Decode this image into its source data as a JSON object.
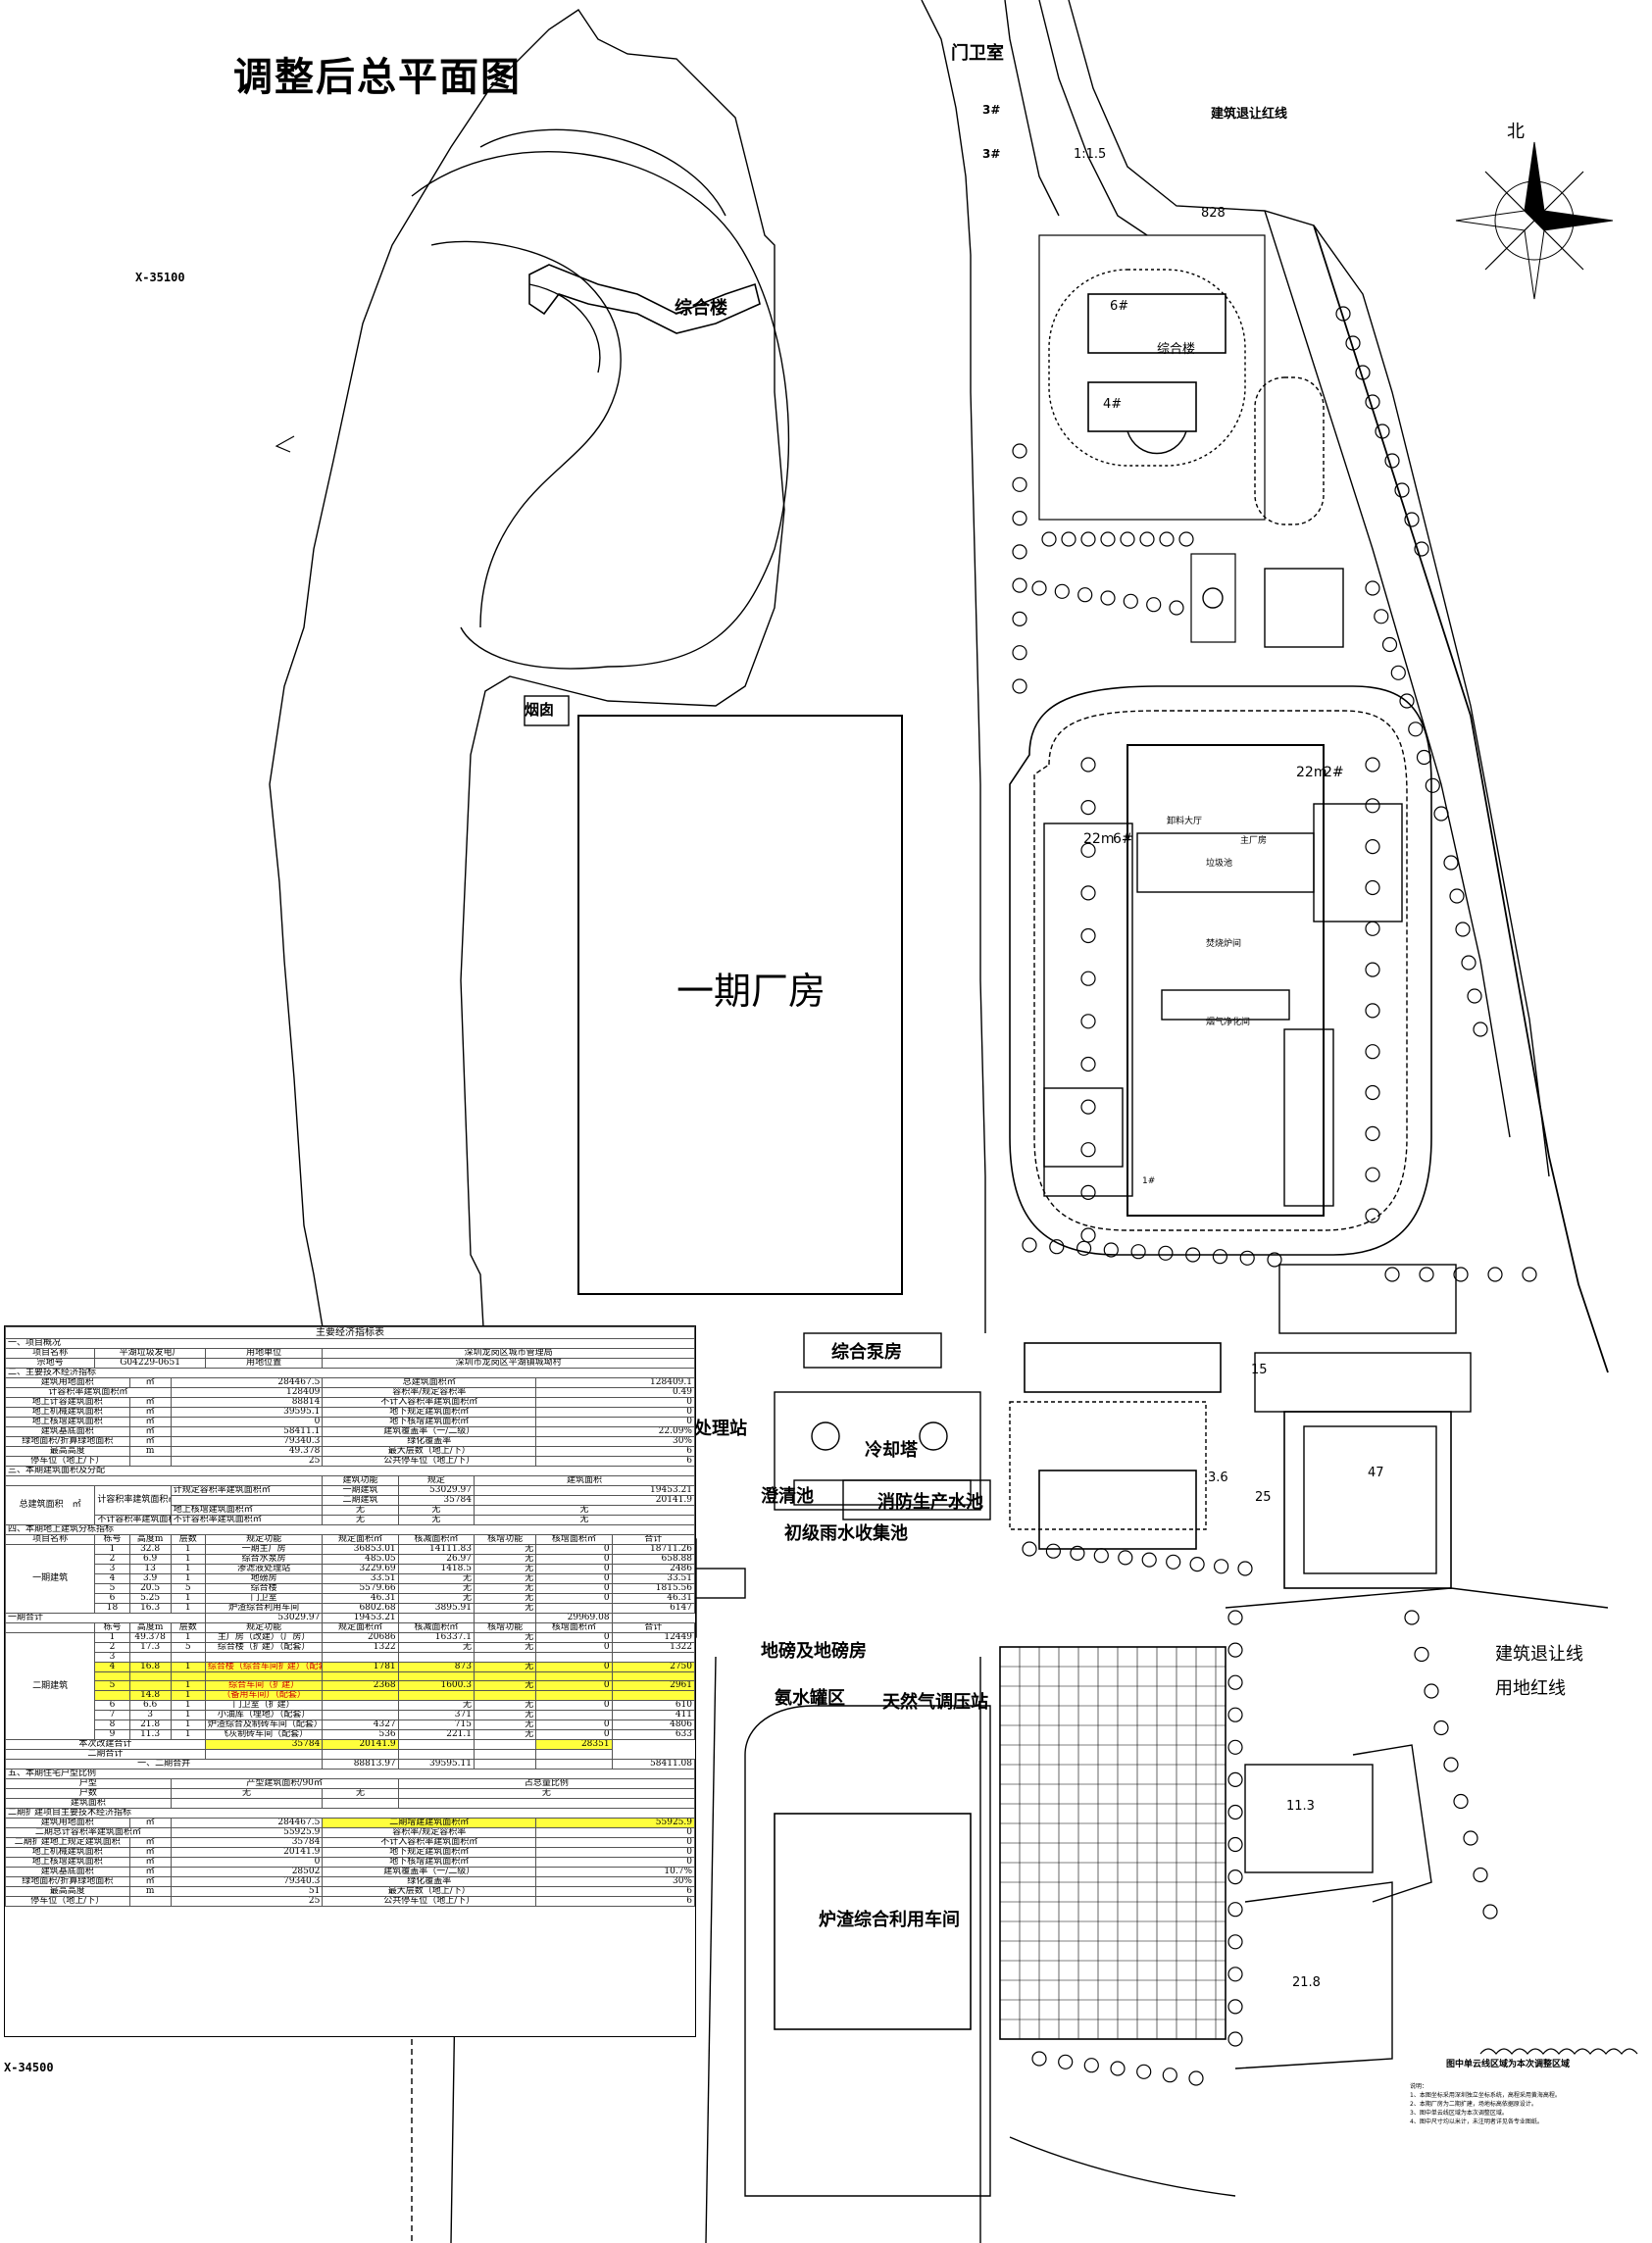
{
  "title": "调整后总平面图",
  "coords": {
    "x1": "X-35100",
    "x2": "X-34500"
  },
  "labels": {
    "gate": "门卫室",
    "zonghelou": "综合楼",
    "yanci": "烟囱",
    "yiqi": "一期厂房",
    "pump": "综合泵房",
    "cooling": "冷却塔",
    "clear": "澄清池",
    "firewater": "消防生产水池",
    "rain": "初级雨水收集池",
    "weigh": "地磅及地磅房",
    "ammonia": "氨水罐区",
    "gas": "天然气调压站",
    "slag": "炉渣综合利用车间",
    "treat": "处理站",
    "redline": "用地红线",
    "setback": "建筑退让线",
    "setback_top": "建筑退让红线",
    "north": "北",
    "adjust": "图中单云线区域为本次调整区域"
  },
  "site_labels": {
    "main": "主厂房",
    "hall": "卸料大厅",
    "pit": "垃圾池",
    "boiler": "焚烧炉间",
    "flue": "烟气净化间",
    "m22a": "22m",
    "m2a": "2#",
    "m22b": "22m",
    "m6b": "6#",
    "f1": "1#",
    "f47": "47",
    "f25": "25",
    "f36": "3.6",
    "f15": "15",
    "f113": "11.3",
    "f218": "21.8",
    "f1_5": "1:1.5",
    "d828": "828",
    "gate1": "3#",
    "gate2": "3#",
    "ramp": "1:1.5",
    "jh": "综合楼",
    "s4": "4#",
    "s6": "6#"
  },
  "notes": [
    "说明：",
    "1、本图坐标采用深圳独立坐标系统，高程采用黄海高程。",
    "2、本期厂房为二期扩建，场地标高依据原设计。",
    "3、图中单云线区域为本次调整区域。",
    "4、图中尺寸均以米计，未注明者详见各专业图纸。"
  ],
  "table": {
    "caption": "主要经济指标表",
    "s1": "一、项目概况",
    "proj_name_k": "项目名称",
    "proj_name_v": "平湖垃圾发电厂",
    "owner_k": "用地单位",
    "owner_v": "深圳龙岗区城市管理局",
    "lot_k": "宗地号",
    "lot_v": "G04229-0651",
    "loc_k": "用地位置",
    "loc_v": "深圳市龙岗区平湖镇城坳村",
    "s2": "二、主要技术经济指标",
    "r_area": [
      "建筑用地面积",
      "㎡",
      "284467.5",
      "总建筑面积㎡",
      "128409.1"
    ],
    "r_far": [
      "计容积率建筑面积㎡",
      "128409",
      "容积率/规定容积率",
      "0.49"
    ],
    "r_ag": [
      "地上计容建筑面积",
      "㎡",
      "88814",
      "不计入容积率建筑面积㎡",
      "0"
    ],
    "r_ag2": [
      "地上机械建筑面积",
      "㎡",
      "39595.1",
      "地下规定建筑面积㎡",
      "0"
    ],
    "r_ag3": [
      "地上核增建筑面积",
      "㎡",
      "0",
      "地下核增建筑面积㎡",
      "0"
    ],
    "r_base": [
      "建筑基底面积",
      "㎡",
      "58411.1",
      "建筑覆盖率（一/二级）",
      "22.09%"
    ],
    "r_green": [
      "绿地面积/折算绿地面积",
      "㎡",
      "79340.3",
      "绿化覆盖率",
      "30%"
    ],
    "r_height": [
      "最高高度",
      "m",
      "49.378",
      "最大层数（地上/下）",
      "6"
    ],
    "r_park": [
      "停车位（地上/下）",
      "",
      "25",
      "公共停车位（地上/下）",
      "6"
    ],
    "s3": "三、本期建筑面积及分配",
    "s3h": [
      "",
      "",
      "建筑功能",
      "规定",
      "建筑面积"
    ],
    "s3a": "计容积率建筑面积㎡",
    "s3r1": [
      "计规定容积率建筑面积㎡",
      "一期建筑",
      "53029.97",
      "19453.21"
    ],
    "s3r2": [
      "",
      "二期建筑",
      "35784",
      "20141.9"
    ],
    "s3r3": [
      "地上核增建筑面积㎡",
      "无",
      "无",
      "无"
    ],
    "s3b": "总建筑面积　㎡",
    "s3c": "不计容积率建筑面积㎡",
    "s3r4": [
      "不计容积率建筑面积㎡",
      "无",
      "无",
      "无"
    ],
    "s4": "四、本期地上建筑分栋指标",
    "s4h": [
      "项目名称",
      "栋号",
      "高度m",
      "层数",
      "规定功能",
      "规定面积㎡",
      "核减面积㎡",
      "核增功能",
      "核增面积㎡",
      "合计"
    ],
    "p1": "一期建筑",
    "p1rows": [
      [
        "1",
        "32.8",
        "1",
        "一期主厂房",
        "36853.01",
        "14111.83",
        "无",
        "0",
        "18711.26"
      ],
      [
        "2",
        "6.9",
        "1",
        "综合水泵房",
        "485.05",
        "26.97",
        "无",
        "0",
        "658.88"
      ],
      [
        "3",
        "13",
        "1",
        "渗滤液处理站",
        "3229.69",
        "1418.5",
        "无",
        "0",
        "2486"
      ],
      [
        "4",
        "3.9",
        "1",
        "地磅房",
        "33.51",
        "无",
        "无",
        "0",
        "33.51"
      ],
      [
        "5",
        "20.5",
        "5",
        "综合楼",
        "5579.66",
        "无",
        "无",
        "0",
        "1815.56"
      ],
      [
        "6",
        "5.25",
        "1",
        "门卫室",
        "46.31",
        "无",
        "无",
        "0",
        "46.31"
      ],
      [
        "18",
        "16.3",
        "1",
        "炉渣综合利用车间",
        "6802.68",
        "3895.91",
        "无",
        "",
        "6147"
      ]
    ],
    "p1sum": [
      "一期合计",
      "53029.97",
      "19453.21",
      "",
      "",
      "29969.08"
    ],
    "p2h": [
      "栋号",
      "高度m",
      "层数",
      "规定功能",
      "规定面积㎡",
      "核减面积㎡",
      "核增功能",
      "核增面积㎡",
      "合计"
    ],
    "p2": "二期建筑",
    "p2rows": [
      [
        "1",
        "49.378",
        "1",
        "主厂房（改建）（厂房）",
        "20686",
        "16337.1",
        "无",
        "0",
        "12449"
      ],
      [
        "2",
        "17.3",
        "5",
        "综合楼（扩建）（配套）",
        "1322",
        "无",
        "无",
        "0",
        "1322"
      ],
      [
        "3",
        "",
        "",
        "",
        "",
        "",
        "",
        "",
        ""
      ],
      [
        "4",
        "16.8",
        "1",
        "综合楼（综合车间扩建）（配套）",
        "1781",
        "873",
        "无",
        "0",
        "2750"
      ],
      [
        "",
        "",
        "",
        "",
        "",
        "",
        "",
        "",
        ""
      ],
      [
        "5",
        "",
        "1",
        "综合车间（扩建）",
        "2368",
        "1600.3",
        "无",
        "0",
        "2961"
      ],
      [
        "",
        "14.8",
        "1",
        "（备用车间）（配套）",
        "",
        "",
        "",
        "",
        ""
      ],
      [
        "6",
        "6.6",
        "1",
        "门卫室（扩建）",
        "",
        "无",
        "无",
        "0",
        "610"
      ],
      [
        "7",
        "3",
        "1",
        "小油库（埋地）（配套）",
        "",
        "371",
        "无",
        "",
        "411"
      ],
      [
        "8",
        "21.8",
        "1",
        "炉渣综合及制砖车间（配套）",
        "4327",
        "715",
        "无",
        "0",
        "4806"
      ],
      [
        "9",
        "11.3",
        "1",
        "飞灰制砖车间（配套）",
        "536",
        "221.1",
        "无",
        "0",
        "633"
      ]
    ],
    "p2sum": [
      "本次改建合计",
      "35784",
      "20141.9",
      "",
      "",
      "28351"
    ],
    "p12sum": [
      "二期合计",
      "",
      "",
      "",
      "",
      ""
    ],
    "allsum": [
      "一、二期合并",
      "88813.97",
      "39595.11",
      "",
      "",
      "58411.08"
    ],
    "s5": "五、本期住宅户型比例",
    "s5r": [
      "户型",
      "产型建筑面积/90㎡",
      "占总量比例"
    ],
    "s5r2": [
      "户数",
      "无",
      "无",
      "无"
    ],
    "s5r3": [
      "建筑面积",
      "",
      "",
      ""
    ],
    "s6": "二期扩建项目主要技术经济指标",
    "s6r1": [
      "建筑用地面积",
      "㎡",
      "284467.5",
      "二期增建建筑面积㎡",
      "55925.9"
    ],
    "s6r2": [
      "二期总计容积率建筑面积㎡",
      "55925.9",
      "容积率/规定容积率",
      "0"
    ],
    "s6r3": [
      "二期扩建地上规定建筑面积",
      "㎡",
      "35784",
      "不计入容积率建筑面积㎡",
      "0"
    ],
    "s6r4": [
      "地上机械建筑面积",
      "㎡",
      "20141.9",
      "地下规定建筑面积㎡",
      "0"
    ],
    "s6r5": [
      "地上核增建筑面积",
      "㎡",
      "0",
      "地下核增建筑面积㎡",
      "0"
    ],
    "s6r6": [
      "建筑基底面积",
      "㎡",
      "28502",
      "建筑覆盖率（一/二级）",
      "10.7%"
    ],
    "s6r7": [
      "绿地面积/折算绿地面积",
      "㎡",
      "79340.3",
      "绿化覆盖率",
      "30%"
    ],
    "s6r8": [
      "最高高度",
      "m",
      "51",
      "最大层数（地上/下）",
      "6"
    ],
    "s6r9": [
      "停车位（地上/下）",
      "",
      "25",
      "公共停车位（地上/下）",
      "6"
    ]
  }
}
